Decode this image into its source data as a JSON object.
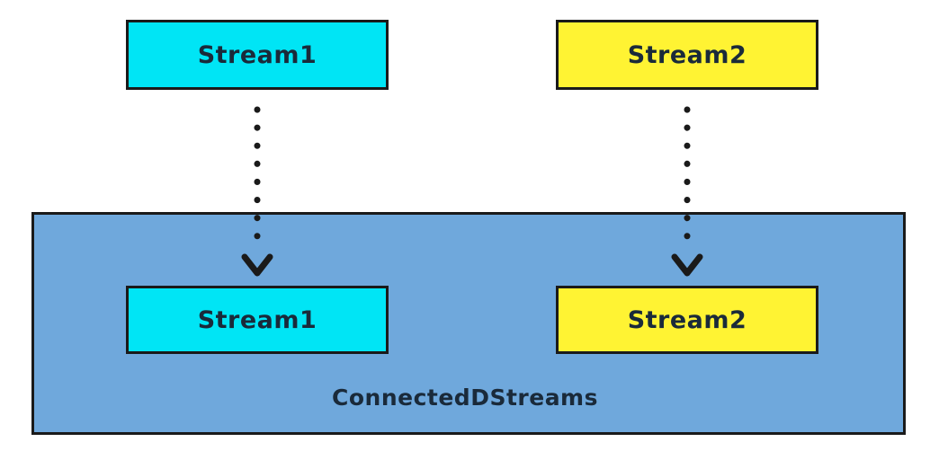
{
  "inputs": {
    "stream1_label": "Stream1",
    "stream2_label": "Stream2"
  },
  "connected": {
    "title": "ConnectedDStreams",
    "stream1_label": "Stream1",
    "stream2_label": "Stream2"
  },
  "colors": {
    "stream1": "#00e5f5",
    "stream2": "#fff333",
    "container": "#6fa8dc"
  }
}
